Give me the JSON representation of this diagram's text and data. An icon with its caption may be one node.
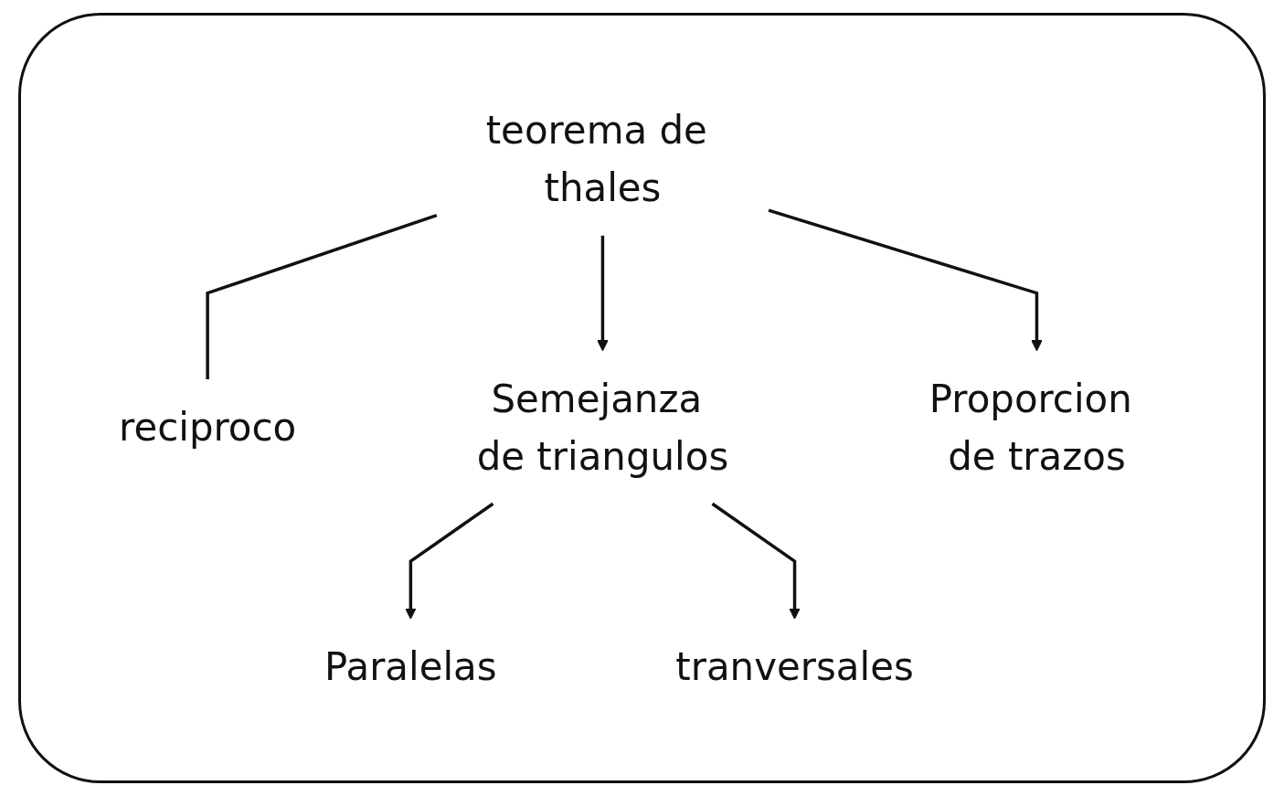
{
  "diagram": {
    "nodes": [
      {
        "text": [
          "teorema de thales"
        ]
      },
      {
        "text": [
          "reciproco"
        ]
      },
      {
        "text": [
          "Semejanza de triangulos"
        ]
      },
      {
        "text": [
          "Proporcion de trazos"
        ]
      },
      {
        "text": [
          "Paralelas"
        ]
      },
      {
        "text": [
          "tranversales"
        ]
      }
    ],
    "edges": [
      {
        "from": 0,
        "to": 2,
        "arrow": "to"
      },
      {
        "from": 0,
        "to": 3,
        "arrow": "to"
      },
      {
        "from": 0,
        "to": 1,
        "arrow": "none"
      },
      {
        "from": 2,
        "to": 4,
        "arrow": "to"
      },
      {
        "from": 2,
        "to": 5,
        "arrow": "to"
      }
    ]
  }
}
